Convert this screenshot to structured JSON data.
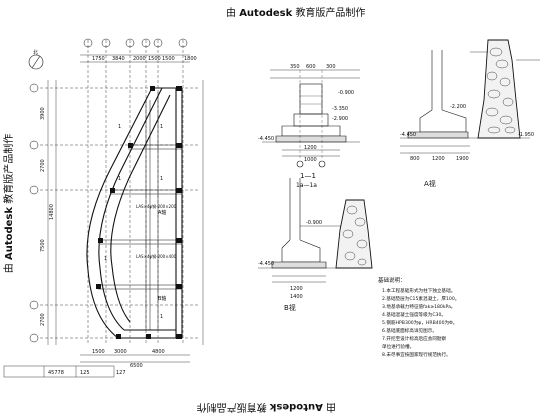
{
  "watermark": {
    "prefix": "由",
    "brand": "Autodesk",
    "suffix": "教育版产品制作"
  },
  "plan": {
    "top_dims": [
      "1750",
      "3840",
      "2000",
      "1500",
      "1500",
      "1800"
    ],
    "bottom_dims": [
      "1500",
      "3000",
      "4800"
    ],
    "bottom_total": "6500",
    "left_dims": [
      "3900",
      "2700",
      "7500",
      "2700"
    ],
    "left_total": "14800",
    "section_marks": [
      "1",
      "1",
      "1",
      "1",
      "1",
      "1"
    ],
    "elev_labels": [
      "A轴",
      "B轴"
    ],
    "note_labels": [
      "LAS×4φ钢-200×200",
      "LAS×4φ钢-200×400"
    ],
    "north": "北",
    "scale_box": [
      "45778",
      "125",
      "127"
    ]
  },
  "section11": {
    "title": "1—1",
    "subtitle": "1a—1a",
    "dims": [
      "350",
      "600",
      "300",
      "1200",
      "1000"
    ],
    "elevs": [
      "-4.450",
      "-3.350",
      "-2.900",
      "-0.900"
    ]
  },
  "sectionA": {
    "title": "A视",
    "elevs": [
      "-2.200",
      "-4.450",
      "-1.950"
    ],
    "dims": [
      "800",
      "1200",
      "1900"
    ]
  },
  "sectionB": {
    "title": "B视",
    "elevs": [
      "-0.900",
      "-4.450"
    ],
    "dims": [
      "1200",
      "1400"
    ]
  },
  "notes": {
    "title": "基础说明：",
    "lines": [
      "1.本工程基础形式为柱下独立基础。",
      "2.基础垫层为C15素混凝土，厚100。",
      "3.地基承载力特征值fak≥180kPa。",
      "4.基础混凝土强度等级为C30。",
      "5.钢筋HPB300为φ，HRB400为Φ。",
      "6.基础底面标高详见图示。",
      "7.开挖至设计标高后应会同勘察",
      "  单位进行验槽。",
      "8.未尽事宜按国家现行规范执行。"
    ]
  }
}
